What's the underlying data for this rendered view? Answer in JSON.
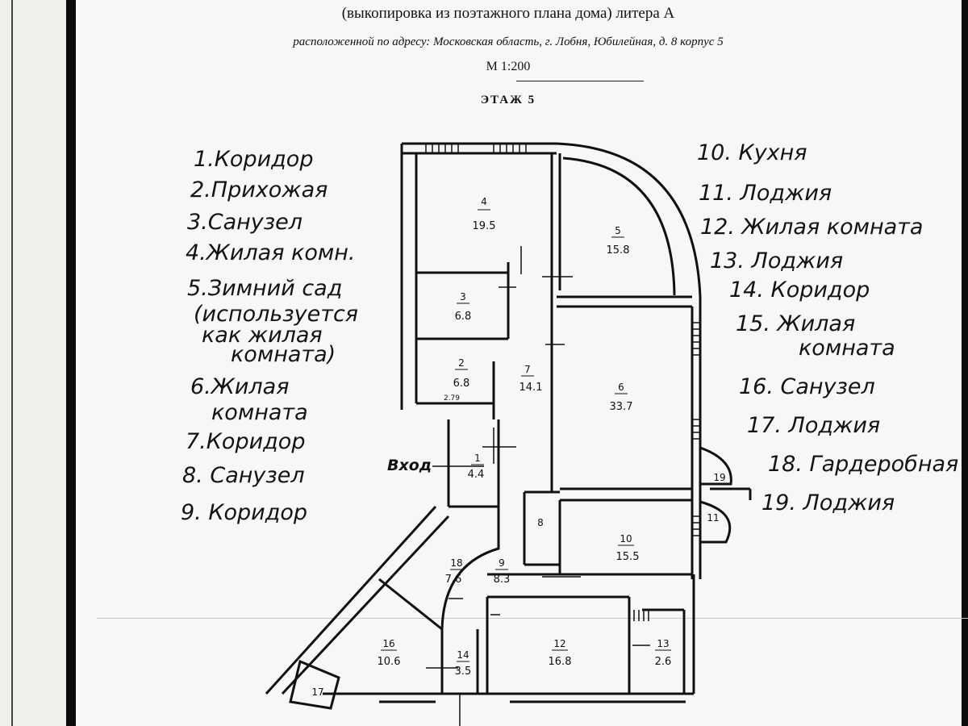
{
  "header": {
    "subtitle": "(выкопировка из поэтажного плана дома) литера А",
    "address": "расположенной по адресу: Московская область, г. Лобня, Юбилейная, д. 8 корпус 5",
    "scale": "М 1:200",
    "floor": "ЭТАЖ 5"
  },
  "legend": [
    "1.Коридор",
    "2.Прихожая",
    "3.Санузел",
    "4.Жилая комн.",
    "5.Зимний сад",
    "(используется",
    "как жилая",
    "комната)",
    "6.Жилая",
    "комната",
    "7.Коридор",
    "8. Санузел",
    "9. Коридор",
    "10. Кухня",
    "11. Лоджия",
    "12. Жилая комната",
    "13. Лоджия",
    "14. Коридор",
    "15. Жилая",
    "комната",
    "16. Санузел",
    "17. Лоджия",
    "18. Гардеробная",
    "19. Лоджия"
  ],
  "entrance_label": "Вход",
  "rooms": [
    {
      "num": "4",
      "area": "19.5"
    },
    {
      "num": "5",
      "area": "15.8"
    },
    {
      "num": "3",
      "area": "6.8"
    },
    {
      "num": "2",
      "area": "6.8"
    },
    {
      "num": "7",
      "area": "14.1"
    },
    {
      "num": "6",
      "area": "33.7"
    },
    {
      "num": "1",
      "area": "4.4"
    },
    {
      "num": "8",
      "area": ""
    },
    {
      "num": "10",
      "area": "15.5"
    },
    {
      "num": "18",
      "area": "7.6"
    },
    {
      "num": "9",
      "area": "8.3"
    },
    {
      "num": "16",
      "area": "10.6"
    },
    {
      "num": "14",
      "area": "3.5"
    },
    {
      "num": "12",
      "area": "16.8"
    },
    {
      "num": "13",
      "area": "2.6"
    },
    {
      "num": "19",
      "area": ""
    },
    {
      "num": "11",
      "area": ""
    },
    {
      "num": "17",
      "area": ""
    }
  ],
  "dimension_note": "2.79"
}
